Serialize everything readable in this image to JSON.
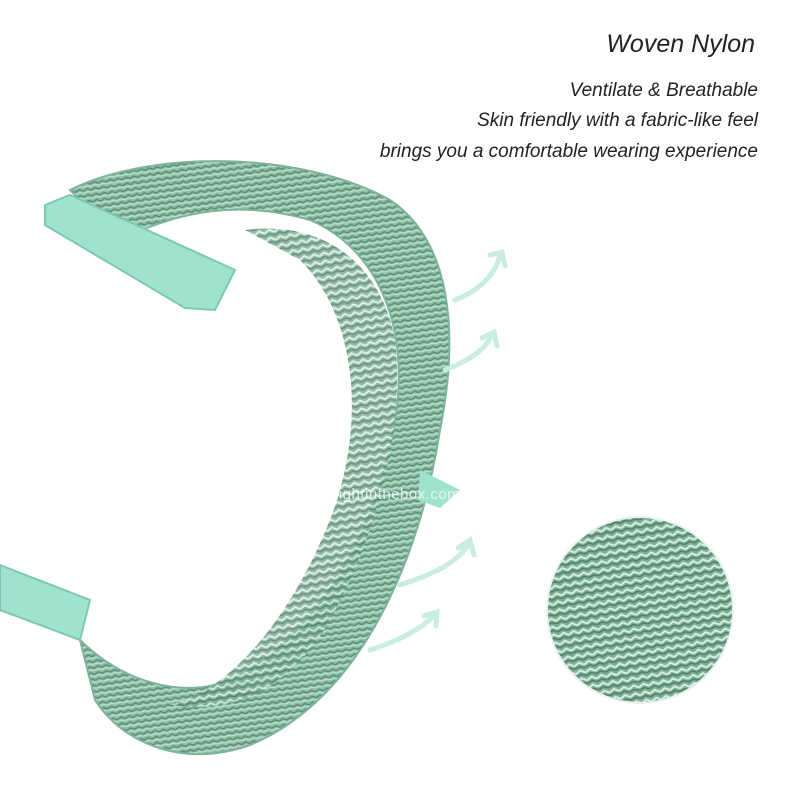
{
  "product": {
    "title": "Woven Nylon",
    "features": [
      "Ventilate & Breathable",
      "Skin friendly with a fabric-like feel",
      "brings you a comfortable wearing experience"
    ],
    "watermark": "Lightinthebox.com"
  },
  "colors": {
    "band": "#8fc7ae",
    "band_dark": "#5e8f78",
    "clasp": "#9fe3cf",
    "arrow": "#c9ede3"
  }
}
